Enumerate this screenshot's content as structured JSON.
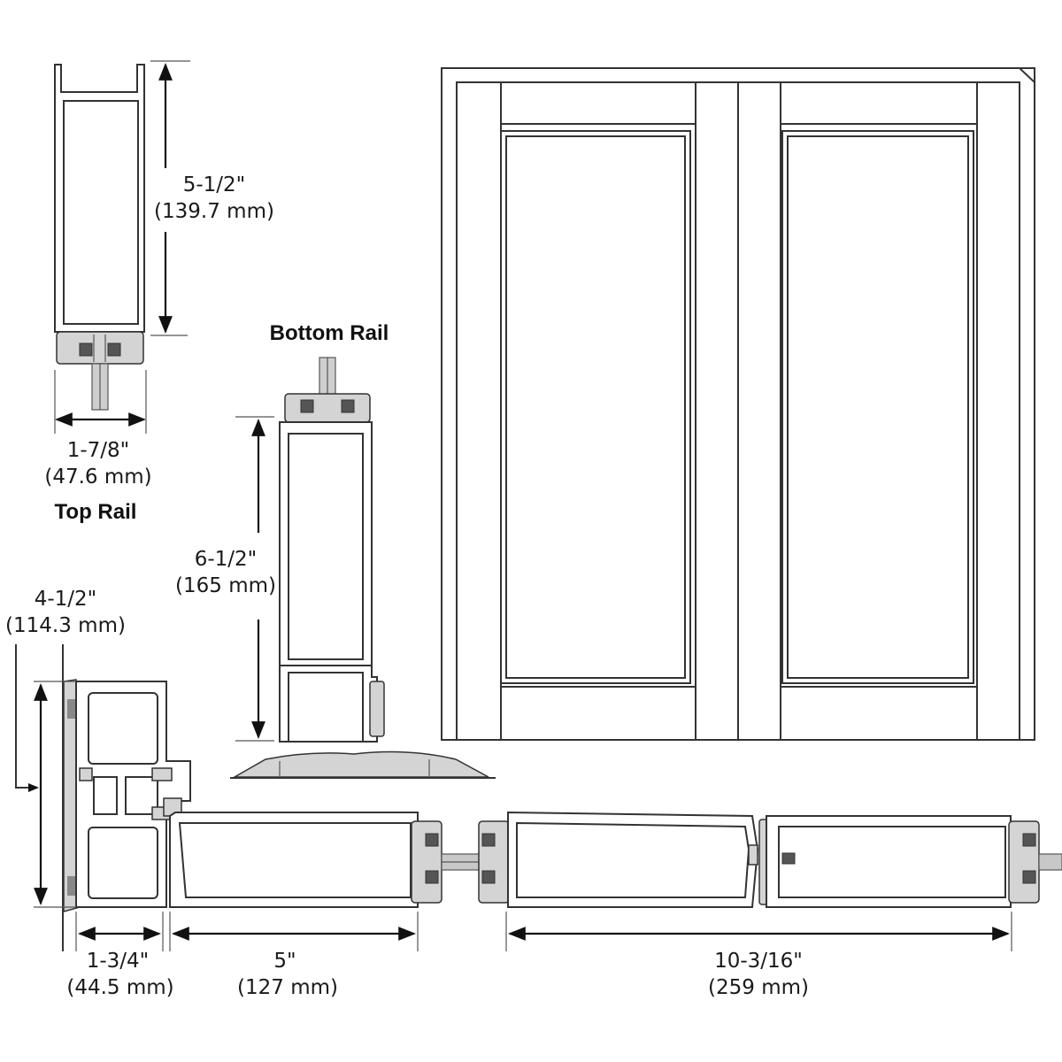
{
  "labels": {
    "top_rail": "Top Rail",
    "bottom_rail": "Bottom Rail"
  },
  "dimensions": {
    "top_rail_height": {
      "imperial": "5-1/2\"",
      "metric": "(139.7 mm)"
    },
    "top_rail_width": {
      "imperial": "1-7/8\"",
      "metric": "(47.6 mm)"
    },
    "bottom_rail_height": {
      "imperial": "6-1/2\"",
      "metric": "(165 mm)"
    },
    "jamb_depth": {
      "imperial": "4-1/2\"",
      "metric": "(114.3 mm)"
    },
    "jamb_width": {
      "imperial": "1-3/4\"",
      "metric": "(44.5 mm)"
    },
    "stile_width": {
      "imperial": "5\"",
      "metric": "(127 mm)"
    },
    "meeting_stiles_width": {
      "imperial": "10-3/16\"",
      "metric": "(259 mm)"
    }
  },
  "colors": {
    "line": "#333333",
    "hardware": "#d4d4d4",
    "background": "#ffffff"
  }
}
